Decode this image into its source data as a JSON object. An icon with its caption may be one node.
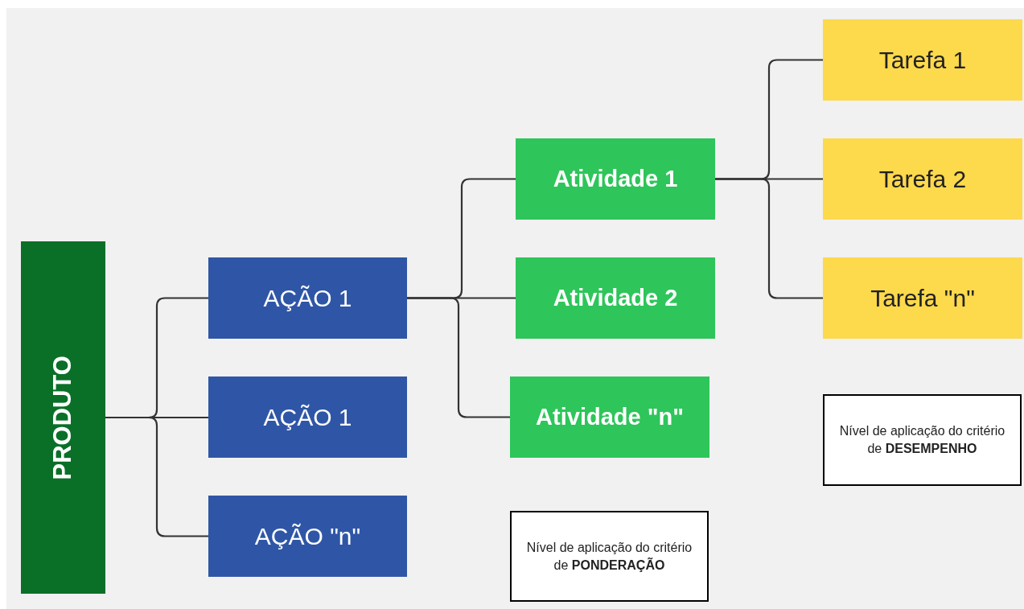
{
  "diagram": {
    "nodes": [
      {
        "text": [
          "PRODUTO"
        ]
      },
      {
        "text": [
          "AÇÃO 1"
        ]
      },
      {
        "text": [
          "AÇÃO 1"
        ]
      },
      {
        "text": [
          "AÇÃO \"n\""
        ]
      },
      {
        "text": [
          "Atividade 1"
        ]
      },
      {
        "text": [
          "Atividade 2"
        ]
      },
      {
        "text": [
          "Atividade \"n\""
        ]
      },
      {
        "text": [
          "Tarefa 1"
        ]
      },
      {
        "text": [
          "Tarefa 2"
        ]
      },
      {
        "text": [
          "Tarefa \"n\""
        ]
      },
      {
        "text": [
          "Nível de aplicação do critério de **PONDERAÇÃO**"
        ]
      },
      {
        "text": [
          "Nível de aplicação do critério de **DESEMPENHO**"
        ]
      }
    ],
    "edges": [
      {
        "from": 0,
        "to": 1,
        "arrow": "none"
      },
      {
        "from": 0,
        "to": 2,
        "arrow": "none"
      },
      {
        "from": 0,
        "to": 3,
        "arrow": "none"
      },
      {
        "from": 1,
        "to": 4,
        "arrow": "none"
      },
      {
        "from": 1,
        "to": 5,
        "arrow": "none"
      },
      {
        "from": 1,
        "to": 6,
        "arrow": "none"
      },
      {
        "from": 4,
        "to": 7,
        "arrow": "none"
      },
      {
        "from": 4,
        "to": 8,
        "arrow": "none"
      },
      {
        "from": 4,
        "to": 9,
        "arrow": "none"
      }
    ]
  }
}
